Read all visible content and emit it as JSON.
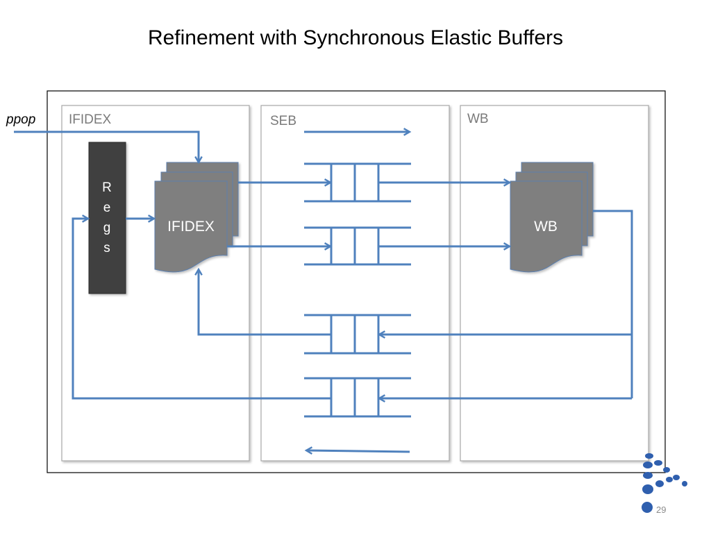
{
  "slide": {
    "title": "Refinement with Synchronous Elastic Buffers",
    "page_number": "29"
  },
  "diagram": {
    "external_input": "ppop",
    "panels": [
      {
        "id": "ifidex",
        "label": "IFIDEX"
      },
      {
        "id": "seb",
        "label": "SEB"
      },
      {
        "id": "wb",
        "label": "WB"
      }
    ],
    "regs": {
      "label": [
        "R",
        "e",
        "g",
        "s"
      ]
    },
    "blocks": [
      {
        "id": "ifidex",
        "label": "IFIDEX"
      },
      {
        "id": "wb",
        "label": "WB"
      }
    ],
    "seb_buffers": [
      {
        "direction": "forward",
        "from": "IFIDEX",
        "to": "WB"
      },
      {
        "direction": "forward",
        "from": "IFIDEX",
        "to": "WB"
      },
      {
        "direction": "backward",
        "from": "WB",
        "to": "IFIDEX"
      },
      {
        "direction": "backward",
        "from": "WB",
        "to": "Regs"
      }
    ],
    "seb_direction_arrows": [
      "forward",
      "backward"
    ],
    "colors": {
      "wire": "#4f81bd",
      "block": "#7f7f7f",
      "regs": "#3f3f3f",
      "panel_border": "#a6a6a6",
      "frame_border": "#000000"
    }
  }
}
